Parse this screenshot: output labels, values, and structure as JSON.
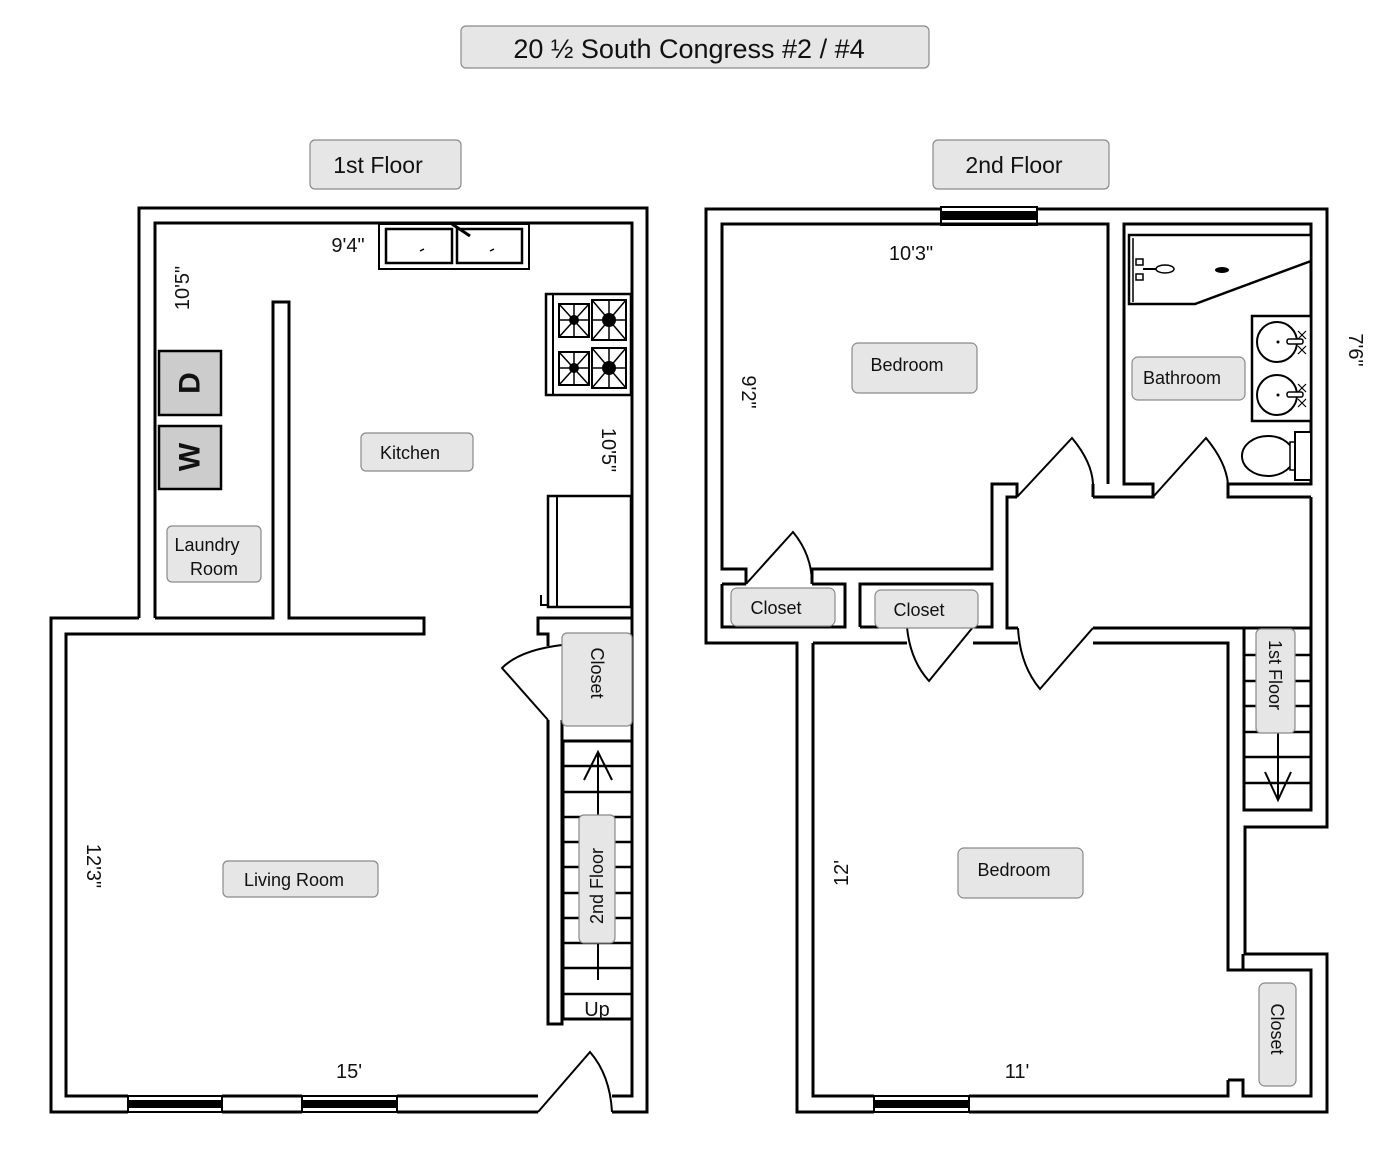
{
  "title": "20 ½ South Congress #2 / #4",
  "floors": [
    {
      "label": "1st Floor",
      "rooms": [
        {
          "name": "Kitchen"
        },
        {
          "name": "Laundry Room",
          "lines": [
            "Laundry",
            "Room"
          ]
        },
        {
          "name": "Living Room"
        },
        {
          "name": "Closet"
        }
      ],
      "dimensions": {
        "kitchen_width": "9'4\"",
        "laundry_length": "10'5\"",
        "kitchen_length": "10'5\"",
        "living_length": "12'3\"",
        "living_width": "15'"
      },
      "appliances": {
        "dryer": "D",
        "washer": "W"
      },
      "stairs": {
        "label": "2nd Floor",
        "direction": "Up"
      }
    },
    {
      "label": "2nd Floor",
      "rooms": [
        {
          "name": "Bedroom"
        },
        {
          "name": "Bathroom"
        },
        {
          "name": "Closet"
        },
        {
          "name": "Closet"
        },
        {
          "name": "Bedroom"
        },
        {
          "name": "Closet"
        }
      ],
      "dimensions": {
        "bedroom1_width": "10'3\"",
        "bedroom1_length": "9'2\"",
        "bathroom_length": "7'6\"",
        "bedroom2_length": "12'",
        "bedroom2_width": "11'"
      },
      "stairs": {
        "label": "1st Floor"
      }
    }
  ]
}
